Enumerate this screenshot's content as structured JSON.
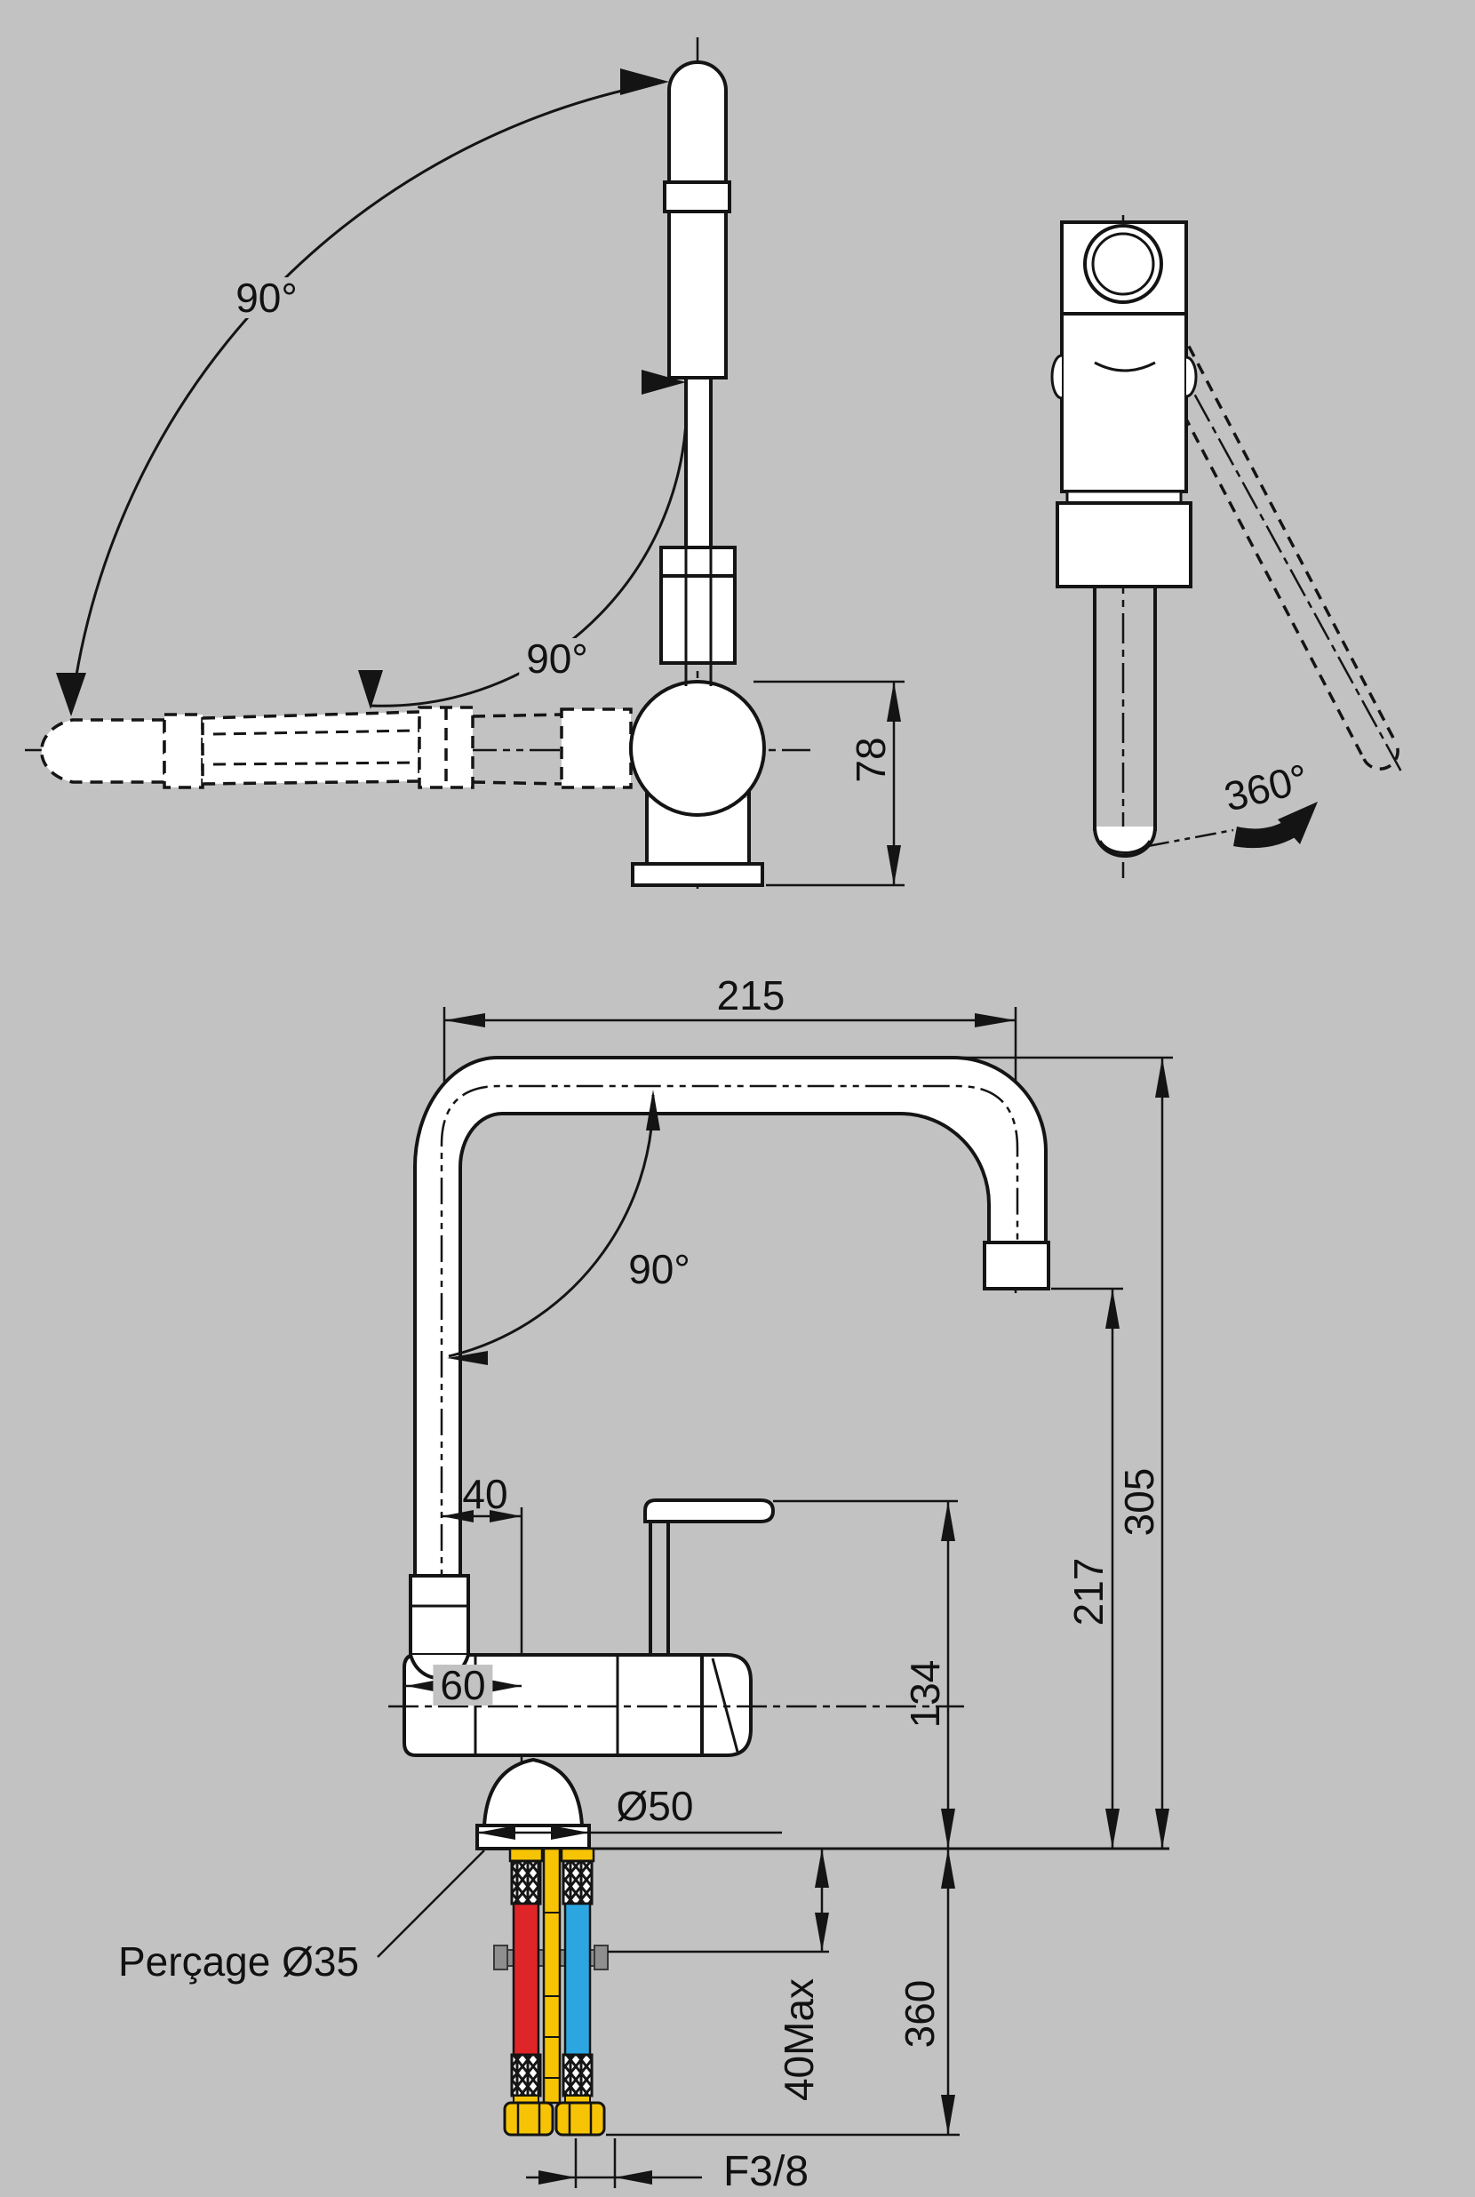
{
  "title": "Faucet technical drawing",
  "background": "#c2c2c2",
  "colors": {
    "line": "#141414",
    "hot_hose_red": "#e02528",
    "cold_hose_blue": "#2ba6e0",
    "brass_yellow": "#f6c404",
    "mount_plate_gray": "#8f8f8f"
  },
  "labels": {
    "angle_top": "90°",
    "angle_mid": "90°",
    "angle_front": "90°",
    "rotation": "360°",
    "d78": "78",
    "d215": "215",
    "d40": "40",
    "d60": "60",
    "d305": "305",
    "d217": "217",
    "d134": "134",
    "dia50": "Ø50",
    "drill": "Perçage Ø35",
    "max40": "40Max",
    "d360": "360",
    "thread": "F3/8"
  }
}
